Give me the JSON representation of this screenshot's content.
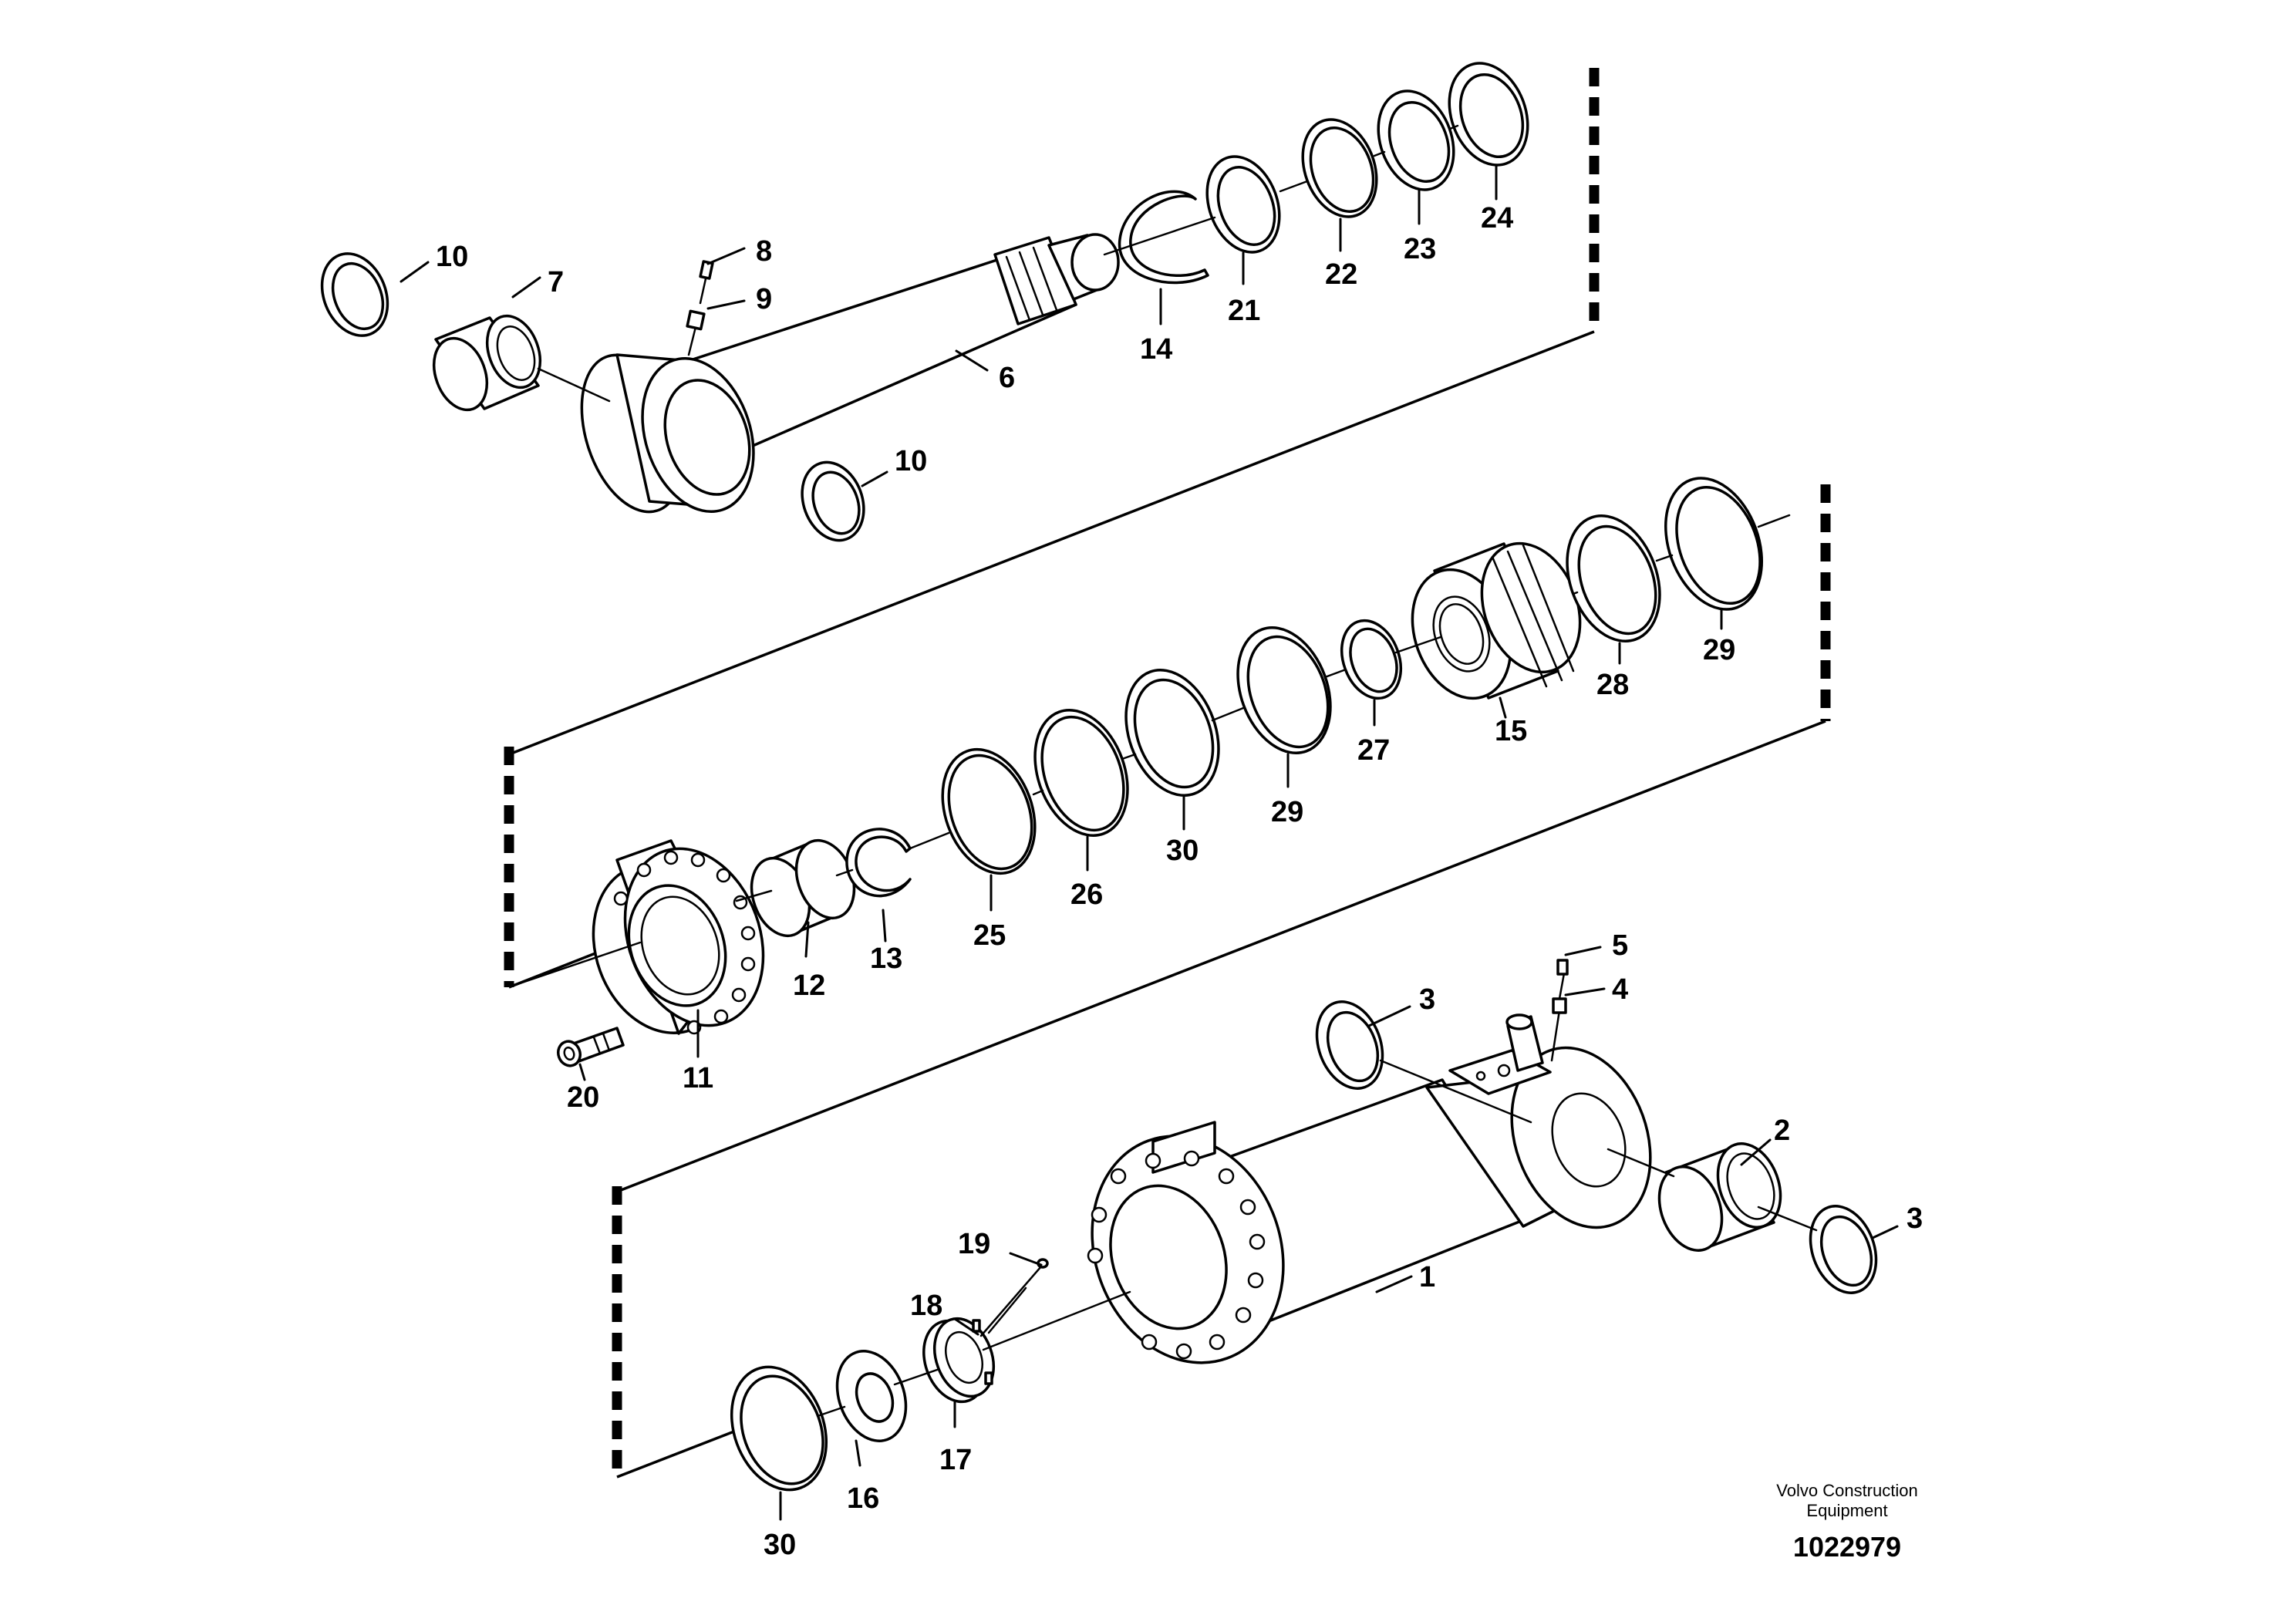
{
  "callouts": {
    "c1": "1",
    "c2": "2",
    "c3a": "3",
    "c3b": "3",
    "c4": "4",
    "c5": "5",
    "c6": "6",
    "c7": "7",
    "c8": "8",
    "c9": "9",
    "c10a": "10",
    "c10b": "10",
    "c11": "11",
    "c12": "12",
    "c13": "13",
    "c14": "14",
    "c15": "15",
    "c16": "16",
    "c17": "17",
    "c18": "18",
    "c19": "19",
    "c20": "20",
    "c21": "21",
    "c22": "22",
    "c23": "23",
    "c24": "24",
    "c25": "25",
    "c26": "26",
    "c27": "27",
    "c28": "28",
    "c29a": "29",
    "c29b": "29",
    "c30a": "30",
    "c30b": "30"
  },
  "footer": {
    "brand_line1": "Volvo Construction",
    "brand_line2": "Equipment",
    "document_number": "1022979"
  },
  "colors": {
    "ink": "#000000",
    "paper": "#ffffff"
  }
}
